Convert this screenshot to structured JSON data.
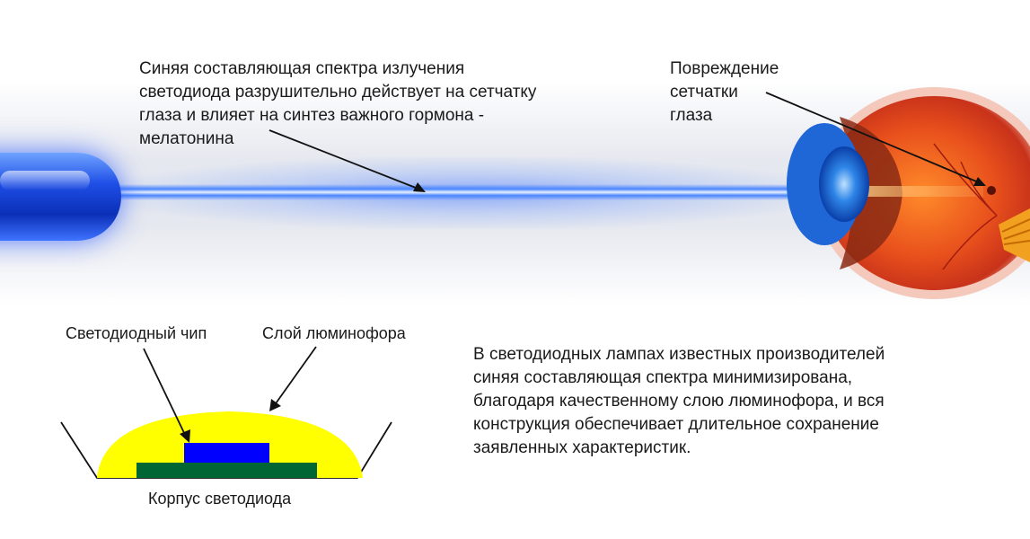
{
  "top_annotation": "Синяя составляющая спектра излучения\nсветодиода разрушительно действует на сетчатку\nглаза и влияет на синтез важного гормона -\nмелатонина",
  "retina_annotation": "Повреждение\nсетчатки\nглаза",
  "chip_label": "Светодиодный чип",
  "phosphor_label": "Слой люминофора",
  "body_label": "Корпус светодиода",
  "info_text": "В светодиодных лампах известных производителей\nсиняя составляющая спектра минимизирована,\nблагодаря качественному слою люминофора, и вся\nконструкция обеспечивает длительное сохранение\nзаявленных характеристик.",
  "colors": {
    "beam": "#4a86ff",
    "phosphor": "#ffff00",
    "chip": "#0000ff",
    "substrate": "#006633",
    "eye_body": "#e8501c"
  }
}
